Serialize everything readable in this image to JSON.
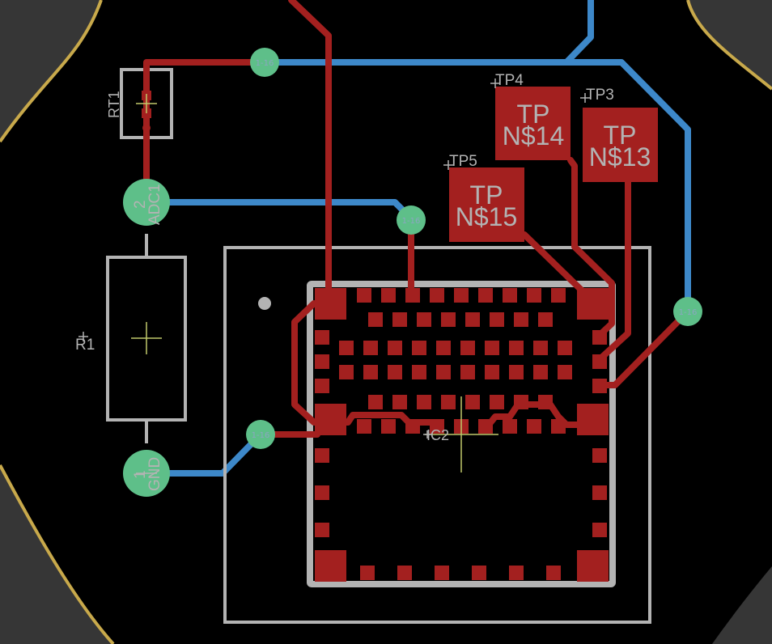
{
  "colors": {
    "background": "#000000",
    "board_area": "#363636",
    "board_outline": "#c8a94b",
    "top_copper": "#a3201f",
    "bottom_copper": "#3d88c9",
    "via": "#5ebf89",
    "silkscreen": "#b3b3b3",
    "origin_cross": "#c0c86a"
  },
  "labels": {
    "rt1": "RT1",
    "r1": "R1",
    "tp3": "TP3",
    "tp4": "TP4",
    "tp5": "TP5",
    "ic2": "IC2",
    "adc1": "ADC1",
    "gnd": "GND",
    "pin2": "2",
    "pin1": "1"
  },
  "testpads": [
    {
      "name": "TP4",
      "line1": "TP",
      "line2": "N$14"
    },
    {
      "name": "TP3",
      "line1": "TP",
      "line2": "N$13"
    },
    {
      "name": "TP5",
      "line1": "TP",
      "line2": "N$15"
    }
  ],
  "vias": [
    {
      "id": "via-top",
      "text": "1-16"
    },
    {
      "id": "via-center",
      "text": "1-16"
    },
    {
      "id": "via-right",
      "text": "1-16"
    },
    {
      "id": "via-left",
      "text": "1-16"
    }
  ]
}
